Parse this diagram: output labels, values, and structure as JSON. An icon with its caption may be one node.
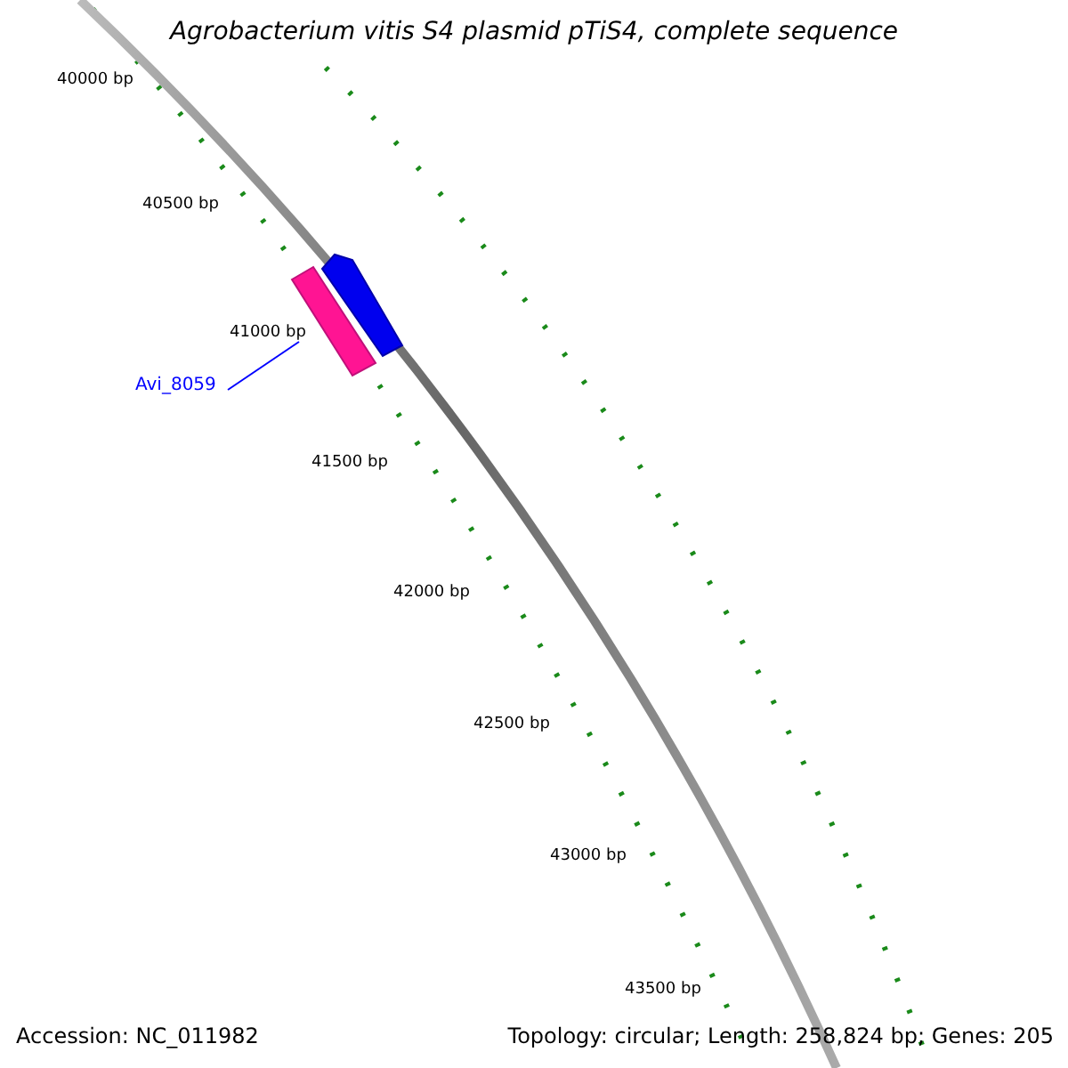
{
  "diagram": {
    "title": "Agrobacterium vitis S4 plasmid pTiS4, complete sequence",
    "nodes": [
      {
        "text": [
          "Avi_8059"
        ]
      },
      {
        "text": [],
        "shape": "bar"
      }
    ],
    "edges": [
      {
        "from": 0,
        "to": 1,
        "arrow": "none",
        "color": "#0000ff"
      }
    ],
    "labels": [
      "40000 bp",
      "40500 bp",
      "41000 bp",
      "41500 bp",
      "42000 bp",
      "42500 bp",
      "43000 bp",
      "43500 bp",
      "Accession: NC_011982",
      "Topology: circular; Length: 258,824 bp; Genes: 205"
    ]
  }
}
